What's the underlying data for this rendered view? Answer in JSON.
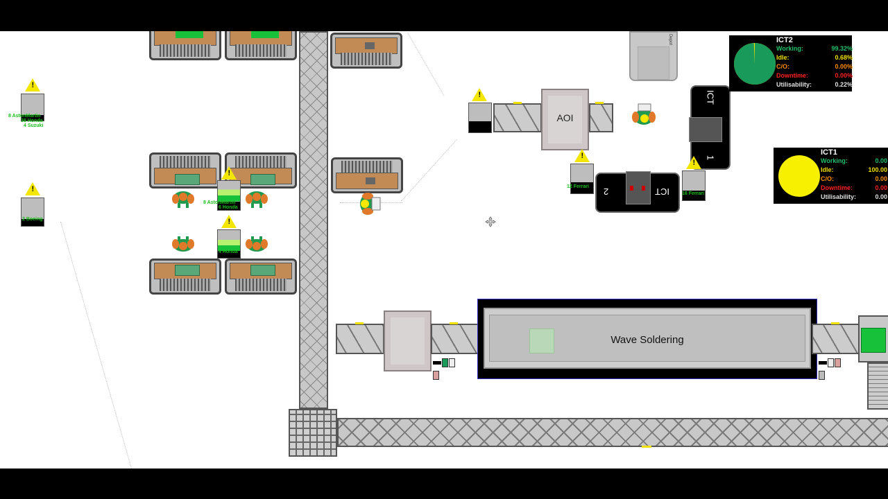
{
  "stations": {
    "aoi_label": "AOI",
    "wave_soldering_label": "Wave Soldering",
    "ict_top_label": "ICT",
    "ict_top_number": "1",
    "ict_bottom_label": "ICT",
    "ict_bottom_number": "2",
    "depot_label": "Depot"
  },
  "buffers": {
    "buffer_a_line1": "8 AstonMartin",
    "buffer_a_line2": "38 Honda",
    "buffer_a_line3": "4 Suzuki",
    "buffer_b_line1": "2 Boeing",
    "buffer_c_line1": "8 AstonMartin",
    "buffer_c_line2": "6 Honda",
    "buffer_d_line1": "4 Honda",
    "buffer_e_line1": "12 Ferrari",
    "buffer_f_line1": "16 Ferrari",
    "warning_symbol": "!"
  },
  "ict2_panel": {
    "title": "ICT2",
    "working_label": "Working:",
    "working_value": "99.32%",
    "idle_label": "Idle:",
    "idle_value": "0.68%",
    "co_label": "C/O:",
    "co_value": "0.00%",
    "downtime_label": "Downtime:",
    "downtime_value": "0.00%",
    "util_label": "Utilisability:",
    "util_value": "0.22%",
    "pie_color": "#1a9a5a",
    "working_fraction": 0.9932
  },
  "ict1_panel": {
    "title": "ICT1",
    "working_label": "Working:",
    "working_value": "0.00",
    "idle_label": "Idle:",
    "idle_value": "100.00",
    "co_label": "C/O:",
    "co_value": "0.00",
    "downtime_label": "Downtime:",
    "downtime_value": "0.00",
    "util_label": "Utilisability:",
    "util_value": "0.00",
    "pie_color": "#f7f000"
  },
  "colors": {
    "working": "#22c06a",
    "idle": "#f0e000",
    "co": "#ff8c00",
    "downtime": "#ff2020",
    "utilisability": "#e0e0e0",
    "board_green": "#17c23a"
  },
  "icons": {
    "operator": "operator-icon",
    "warning": "warning-icon",
    "move": "move-cursor-icon"
  }
}
